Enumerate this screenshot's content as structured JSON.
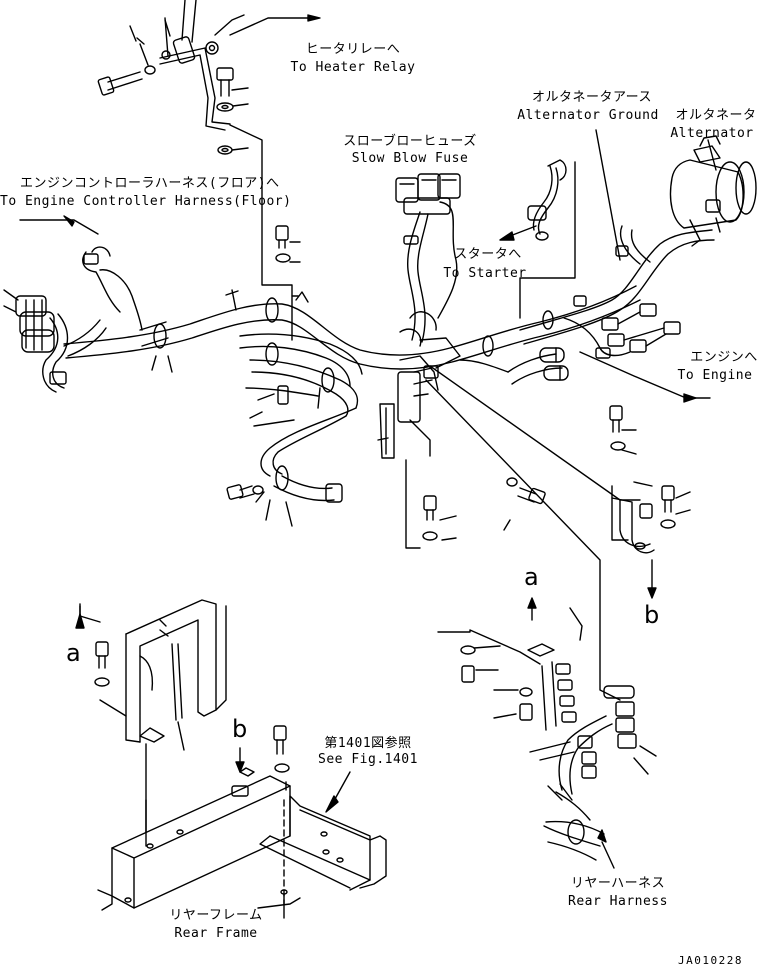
{
  "labels": {
    "heater_relay_jp": "ヒータリレーへ",
    "heater_relay_en": "To Heater Relay",
    "engine_controller_jp": "エンジンコントローラハーネス(フロア)へ",
    "engine_controller_en": "To Engine Controller Harness(Floor)",
    "slow_blow_jp": "スローブローヒューズ",
    "slow_blow_en": "Slow Blow Fuse",
    "starter_jp": "スタータへ",
    "starter_en": "To Starter",
    "alt_ground_jp": "オルタネータアース",
    "alt_ground_en": "Alternator Ground",
    "alternator_jp": "オルタネータ",
    "alternator_en": "Alternator",
    "engine_jp": "エンジンへ",
    "engine_en": "To Engine",
    "fig_ref_jp": "第1401図参照",
    "fig_ref_en": "See Fig.1401",
    "rear_harness_jp": "リヤーハーネス",
    "rear_harness_en": "Rear Harness",
    "rear_frame_jp": "リヤーフレーム",
    "rear_frame_en": "Rear Frame",
    "view_a_top": "a",
    "view_a_left": "a",
    "view_b_right": "b",
    "view_b_bottom": "b",
    "drawing_code": "JA010228"
  },
  "colors": {
    "line": "#000000",
    "background": "#ffffff"
  }
}
